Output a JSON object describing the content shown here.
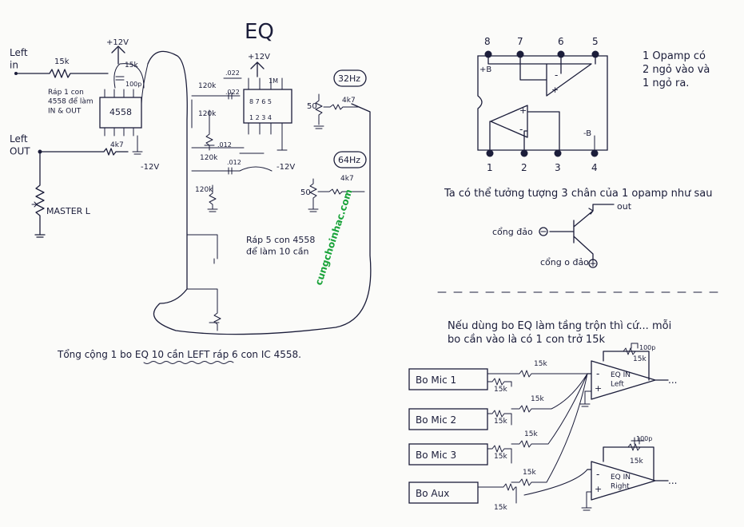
{
  "eq_schematic": {
    "title": "EQ",
    "left_in_label": "Left\nin",
    "left_out_label": "Left\nOUT",
    "in_res": "15k",
    "supply_pos_1": "+12V",
    "supply_pos_2": "+12V",
    "supply_neg_1": "-12V",
    "supply_neg_2": "-12V",
    "ic_main": "4558",
    "fb_res": "15k",
    "fb_cap": "100p",
    "note_in_out": "Ráp 1 con\n4558 để làm\nIN & OUT",
    "out_res": "4k7",
    "master_label": "MASTER L",
    "cap_022": ".022",
    "cap_012": ".012",
    "res_120k": "120k",
    "res_1m": "1M",
    "pot_50": "50",
    "band_32": "32Hz",
    "band_64": "64Hz",
    "res_4k7": "4k7",
    "note_5_ic": "Ráp 5 con 4558\nđể làm 10 cần",
    "summary": "Tổng cộng 1 bo EQ 10 cần LEFT ráp 6 con IC 4558."
  },
  "ic_pinout": {
    "top_pins": [
      "8",
      "7",
      "6",
      "5"
    ],
    "bottom_pins": [
      "1",
      "2",
      "3",
      "4"
    ],
    "plus_b": "+B",
    "minus_b": "-B",
    "note": "1 Opamp có\n2 ngỏ vào và\n1 ngỏ ra.",
    "caption": "Ta có thể tưởng tượng 3 chân của 1 opamp như sau",
    "out_label": "out",
    "inv_label": "cổng đảo",
    "noninv_label": "cổng o đảo"
  },
  "mixer": {
    "heading": "Nếu dùng bo EQ làm tầng trộn thì cứ... mỗi\nbo cần vào là có 1 con trở 15k",
    "sources": [
      "Bo Mic 1",
      "Bo Mic 2",
      "Bo Mic 3",
      "Bo Aux"
    ],
    "res_label": "15k",
    "cap_label": "100p",
    "eq_left": "EQ IN\nLeft",
    "eq_right": "EQ IN\nRight"
  },
  "watermark": "cungchoinhac.com"
}
